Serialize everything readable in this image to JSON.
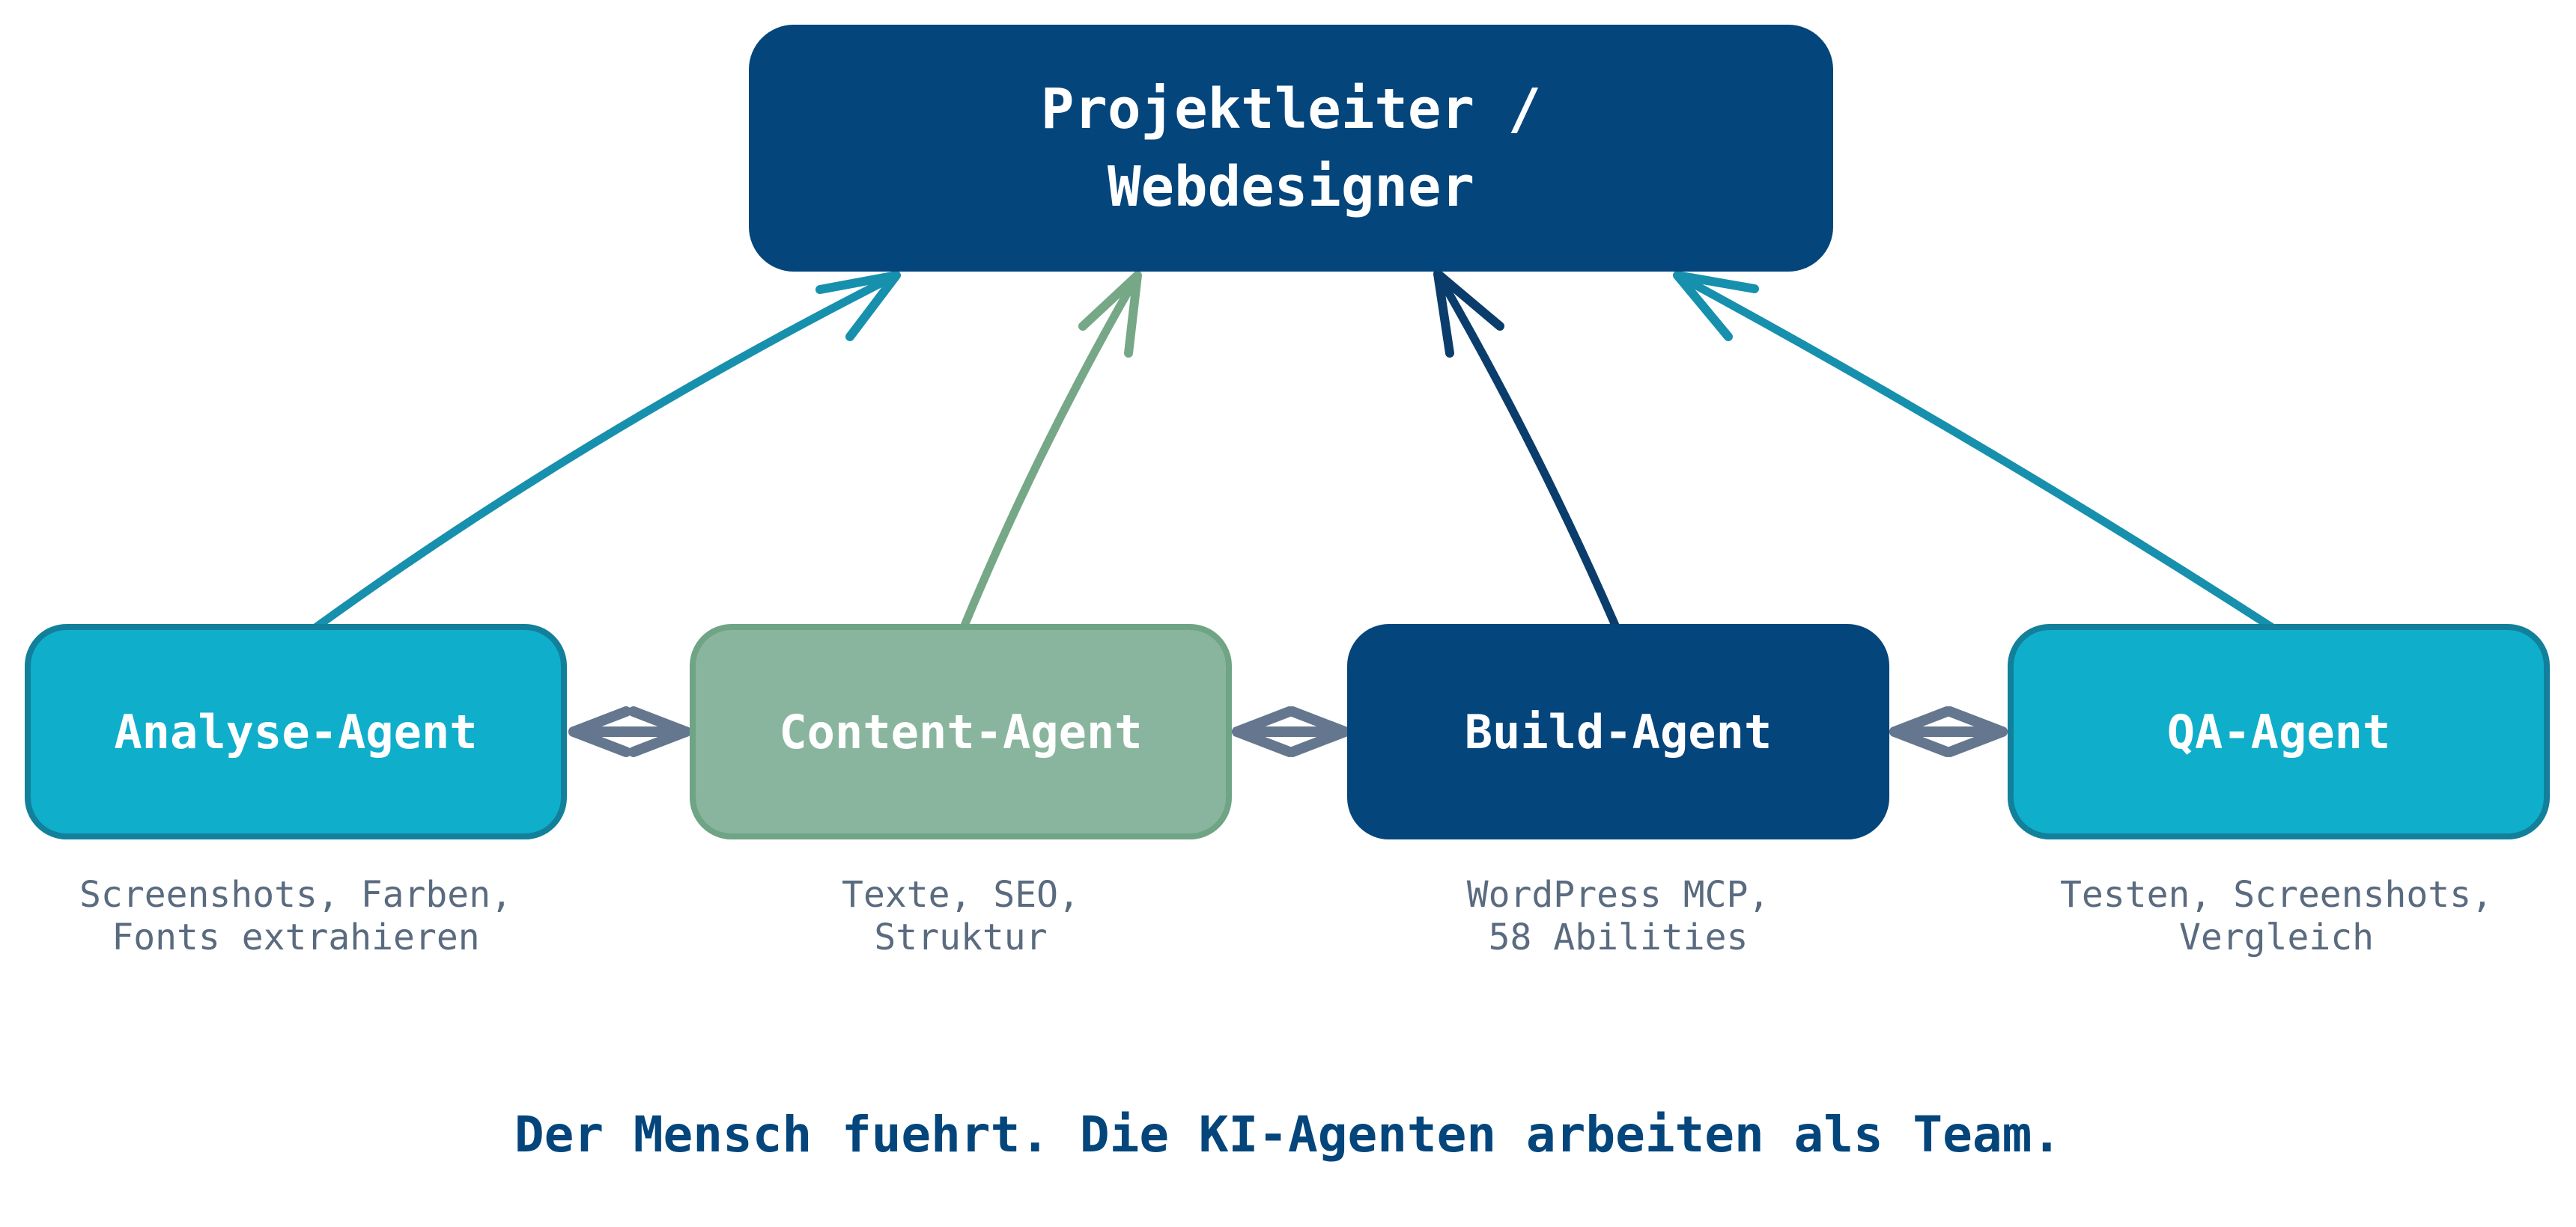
{
  "diagram": {
    "background_color": "#FFFFFF",
    "root": {
      "label_line1": "Projektleiter /",
      "label_line2": "Webdesigner",
      "fill": "#04457B",
      "text_color": "#FFFFFF"
    },
    "agents": [
      {
        "id": "analyse",
        "label": "Analyse-Agent",
        "sub_line1": "Screenshots, Farben,",
        "sub_line2": "Fonts extrahieren",
        "fill": "#0FAECB",
        "border": "#12809B",
        "text_color": "#FFFFFF",
        "arrow_color": "#1790AE"
      },
      {
        "id": "content",
        "label": "Content-Agent",
        "sub_line1": "Texte, SEO,",
        "sub_line2": "Struktur",
        "fill": "#89B59E",
        "border": "#6FA485",
        "text_color": "#FFFFFF",
        "arrow_color": "#76A888"
      },
      {
        "id": "build",
        "label": "Build-Agent",
        "sub_line1": "WordPress MCP,",
        "sub_line2": "58 Abilities",
        "fill": "#04457B",
        "border": "#04457B",
        "text_color": "#FFFFFF",
        "arrow_color": "#0A3D6B"
      },
      {
        "id": "qa",
        "label": "QA-Agent",
        "sub_line1": "Testen, Screenshots,",
        "sub_line2": "Vergleich",
        "fill": "#0FAECB",
        "border": "#12809B",
        "text_color": "#FFFFFF",
        "arrow_color": "#1790AE"
      }
    ],
    "subtext_color": "#5A6B80",
    "connector_color": "#64778E",
    "caption": {
      "text": "Der Mensch fuehrt. Die KI-Agenten arbeiten als Team.",
      "color": "#04457B"
    }
  }
}
